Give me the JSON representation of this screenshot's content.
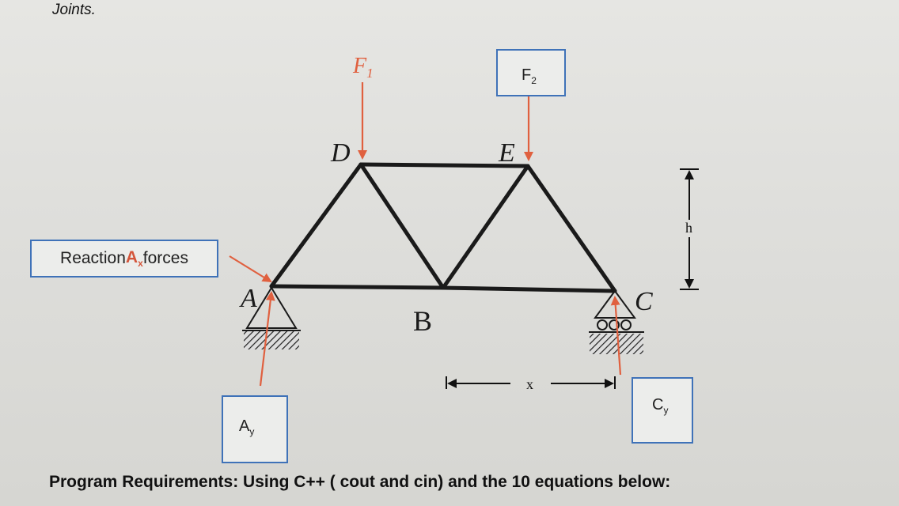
{
  "document": {
    "heading": "Joints.",
    "requirements": "Program Requirements: Using C++ ( cout and cin) and the 10 equations below:"
  },
  "diagram": {
    "joints": {
      "a": "A",
      "b": "B",
      "c": "C",
      "d": "D",
      "e": "E"
    },
    "forces": {
      "f1_base": "F",
      "f1_sub": "1"
    },
    "dimensions": {
      "height": "h",
      "span": "x"
    },
    "callouts": {
      "reaction_pre": "Reaction ",
      "reaction_var": "A",
      "reaction_sub": "x",
      "reaction_post": " forces",
      "f2_base": "F",
      "f2_sub": "2",
      "ay_base": "A",
      "ay_sub": "y",
      "cy_base": "C",
      "cy_sub": "y"
    },
    "colors": {
      "member": "#1a1a1a",
      "force_arrow": "#e0603f",
      "callout_border": "#3f72b8"
    }
  }
}
